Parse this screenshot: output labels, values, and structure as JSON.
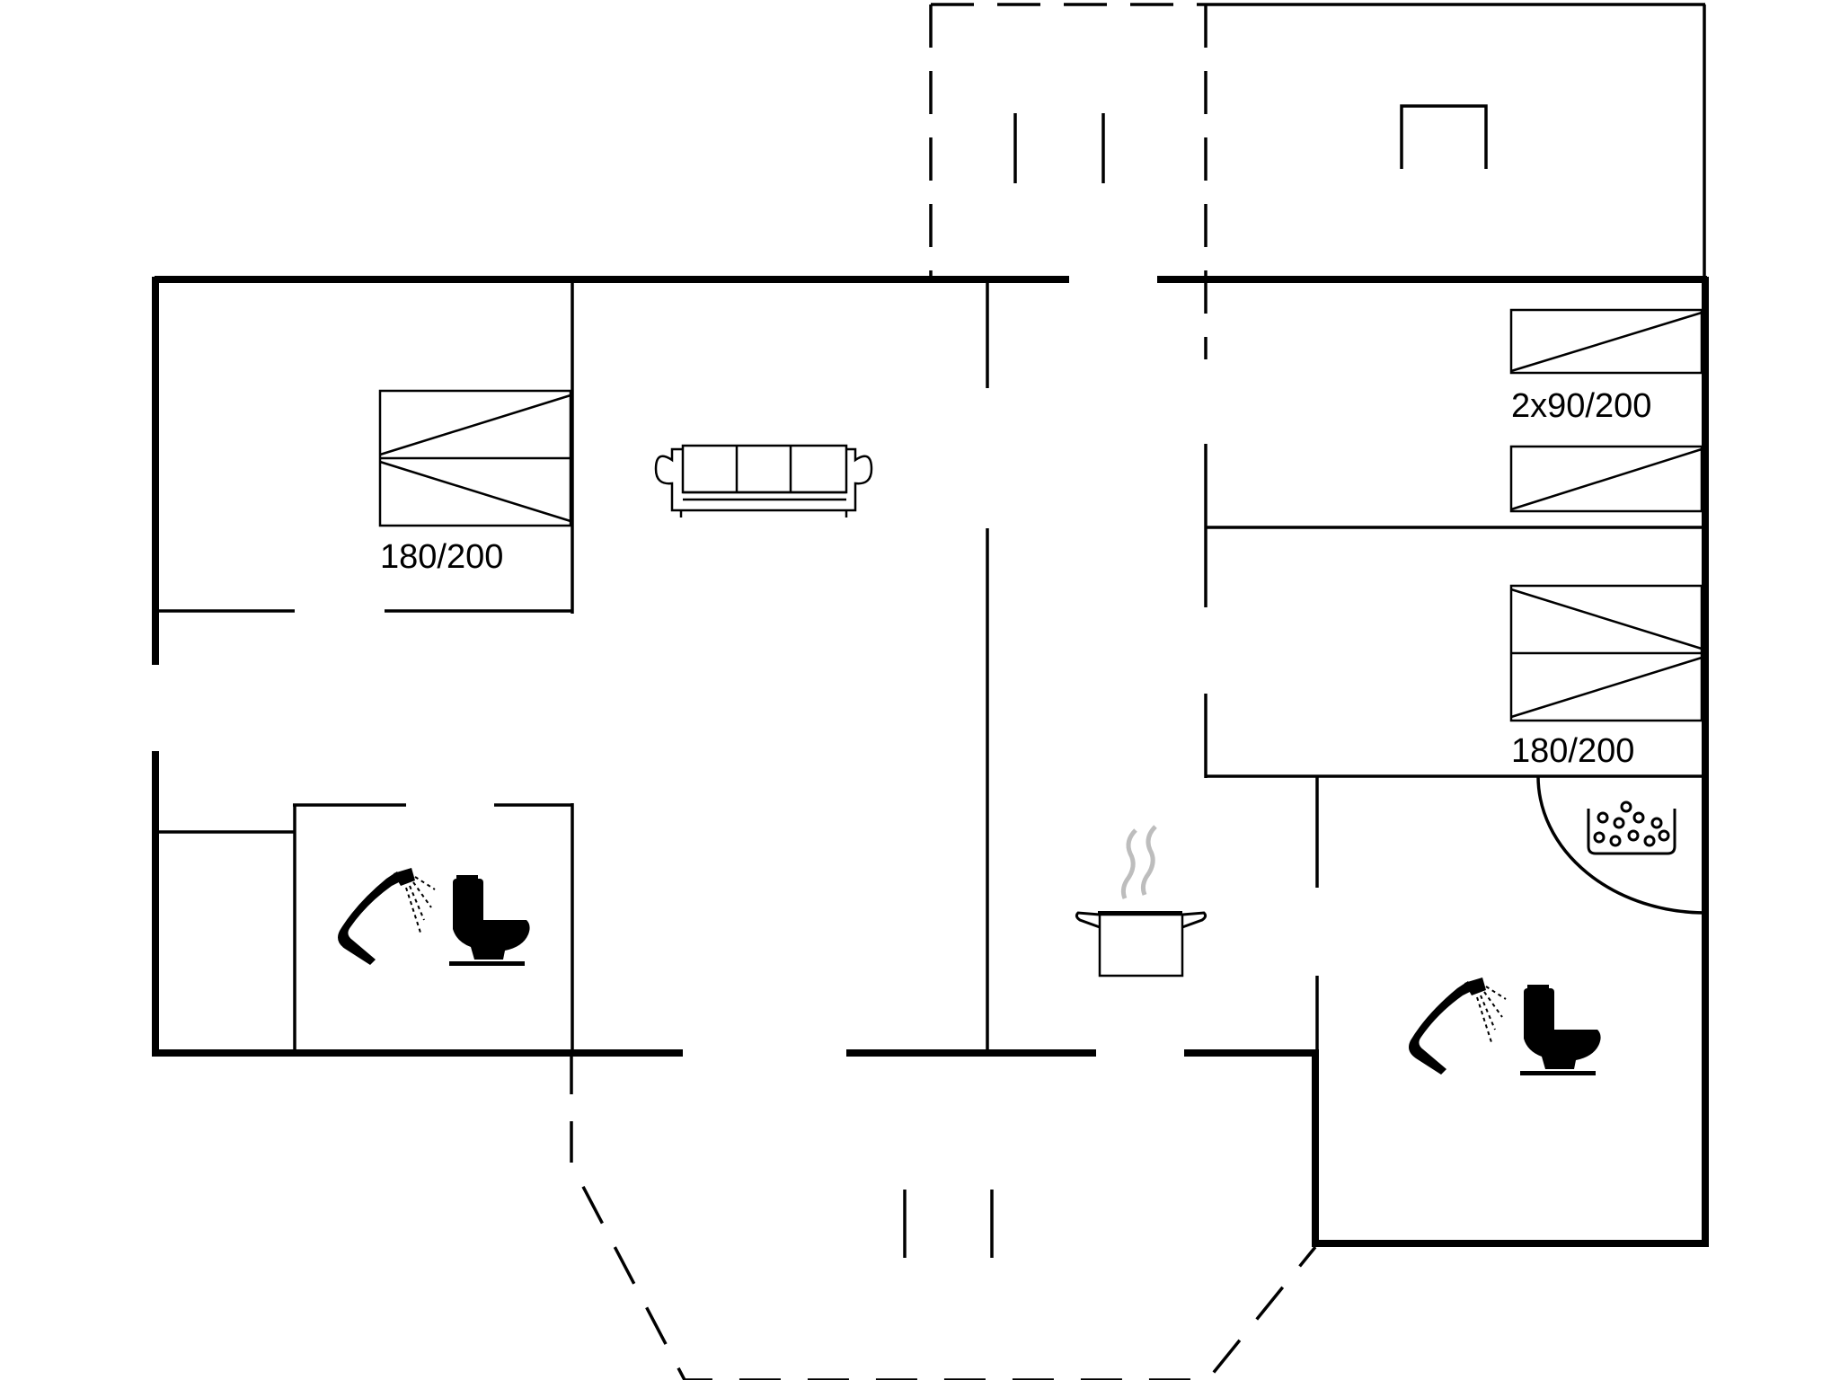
{
  "floorplan": {
    "bed_labels": {
      "bedroom_left": "180/200",
      "bedroom_right_upper": "2x90/200",
      "bedroom_right_lower": "180/200"
    },
    "icons": {
      "sofa": "sofa-icon",
      "shower": "shower-icon",
      "toilet": "toilet-icon",
      "cooking_pot": "cooking-pot-icon",
      "whirlpool": "whirlpool-icon"
    },
    "colors": {
      "line": "#000000",
      "steam": "#bdbdbd",
      "background": "#ffffff"
    }
  }
}
